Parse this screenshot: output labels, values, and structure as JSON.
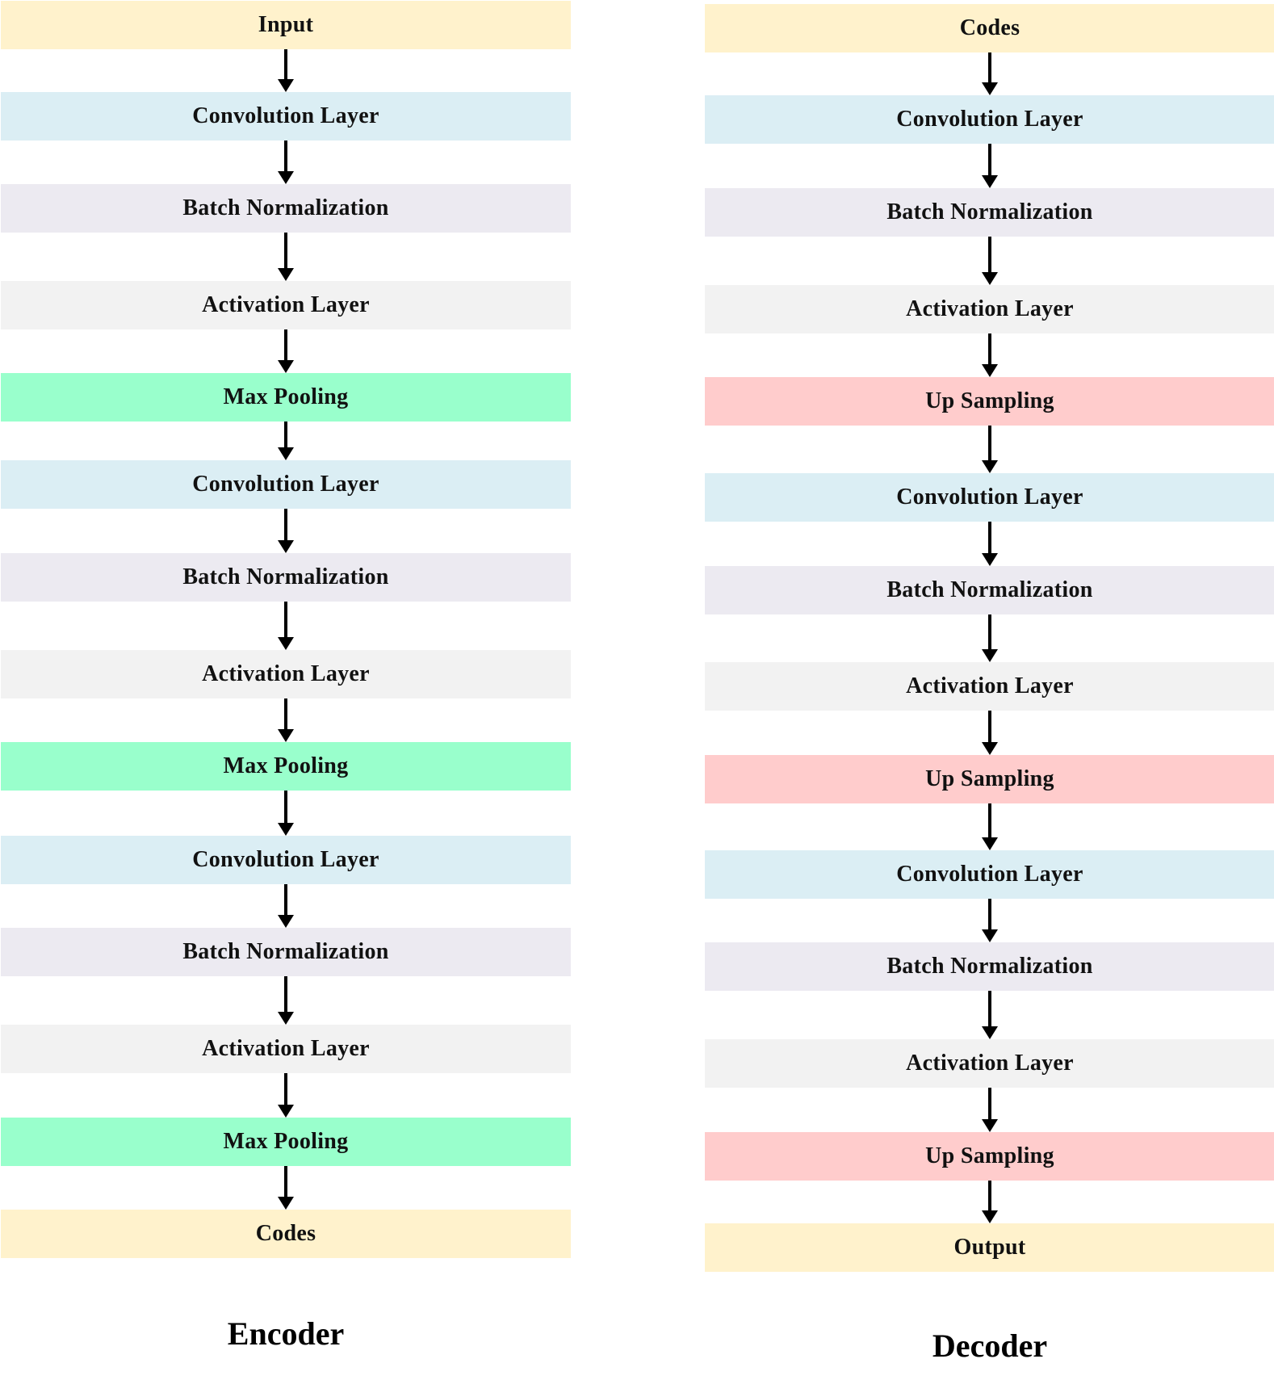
{
  "colors": {
    "io": "#fff2cc",
    "convolution": "#dbeef4",
    "batch_norm": "#eceaf1",
    "activation": "#f2f2f2",
    "max_pooling": "#99ffcc",
    "up_sampling": "#ffcccc"
  },
  "encoder": {
    "caption": "Encoder",
    "blocks": [
      {
        "label": "Input",
        "kind": "io"
      },
      {
        "label": "Convolution Layer",
        "kind": "convolution"
      },
      {
        "label": "Batch Normalization",
        "kind": "batch_norm"
      },
      {
        "label": "Activation Layer",
        "kind": "activation"
      },
      {
        "label": "Max Pooling",
        "kind": "max_pooling"
      },
      {
        "label": "Convolution Layer",
        "kind": "convolution"
      },
      {
        "label": "Batch Normalization",
        "kind": "batch_norm"
      },
      {
        "label": "Activation Layer",
        "kind": "activation"
      },
      {
        "label": "Max Pooling",
        "kind": "max_pooling"
      },
      {
        "label": "Convolution Layer",
        "kind": "convolution"
      },
      {
        "label": "Batch Normalization",
        "kind": "batch_norm"
      },
      {
        "label": "Activation Layer",
        "kind": "activation"
      },
      {
        "label": "Max Pooling",
        "kind": "max_pooling"
      },
      {
        "label": "Codes",
        "kind": "io"
      }
    ]
  },
  "decoder": {
    "caption": "Decoder",
    "blocks": [
      {
        "label": "Codes",
        "kind": "io"
      },
      {
        "label": "Convolution Layer",
        "kind": "convolution"
      },
      {
        "label": "Batch Normalization",
        "kind": "batch_norm"
      },
      {
        "label": "Activation Layer",
        "kind": "activation"
      },
      {
        "label": "Up Sampling",
        "kind": "up_sampling"
      },
      {
        "label": "Convolution Layer",
        "kind": "convolution"
      },
      {
        "label": "Batch Normalization",
        "kind": "batch_norm"
      },
      {
        "label": "Activation Layer",
        "kind": "activation"
      },
      {
        "label": "Up Sampling",
        "kind": "up_sampling"
      },
      {
        "label": "Convolution Layer",
        "kind": "convolution"
      },
      {
        "label": "Batch Normalization",
        "kind": "batch_norm"
      },
      {
        "label": "Activation Layer",
        "kind": "activation"
      },
      {
        "label": "Up Sampling",
        "kind": "up_sampling"
      },
      {
        "label": "Output",
        "kind": "io"
      }
    ]
  }
}
